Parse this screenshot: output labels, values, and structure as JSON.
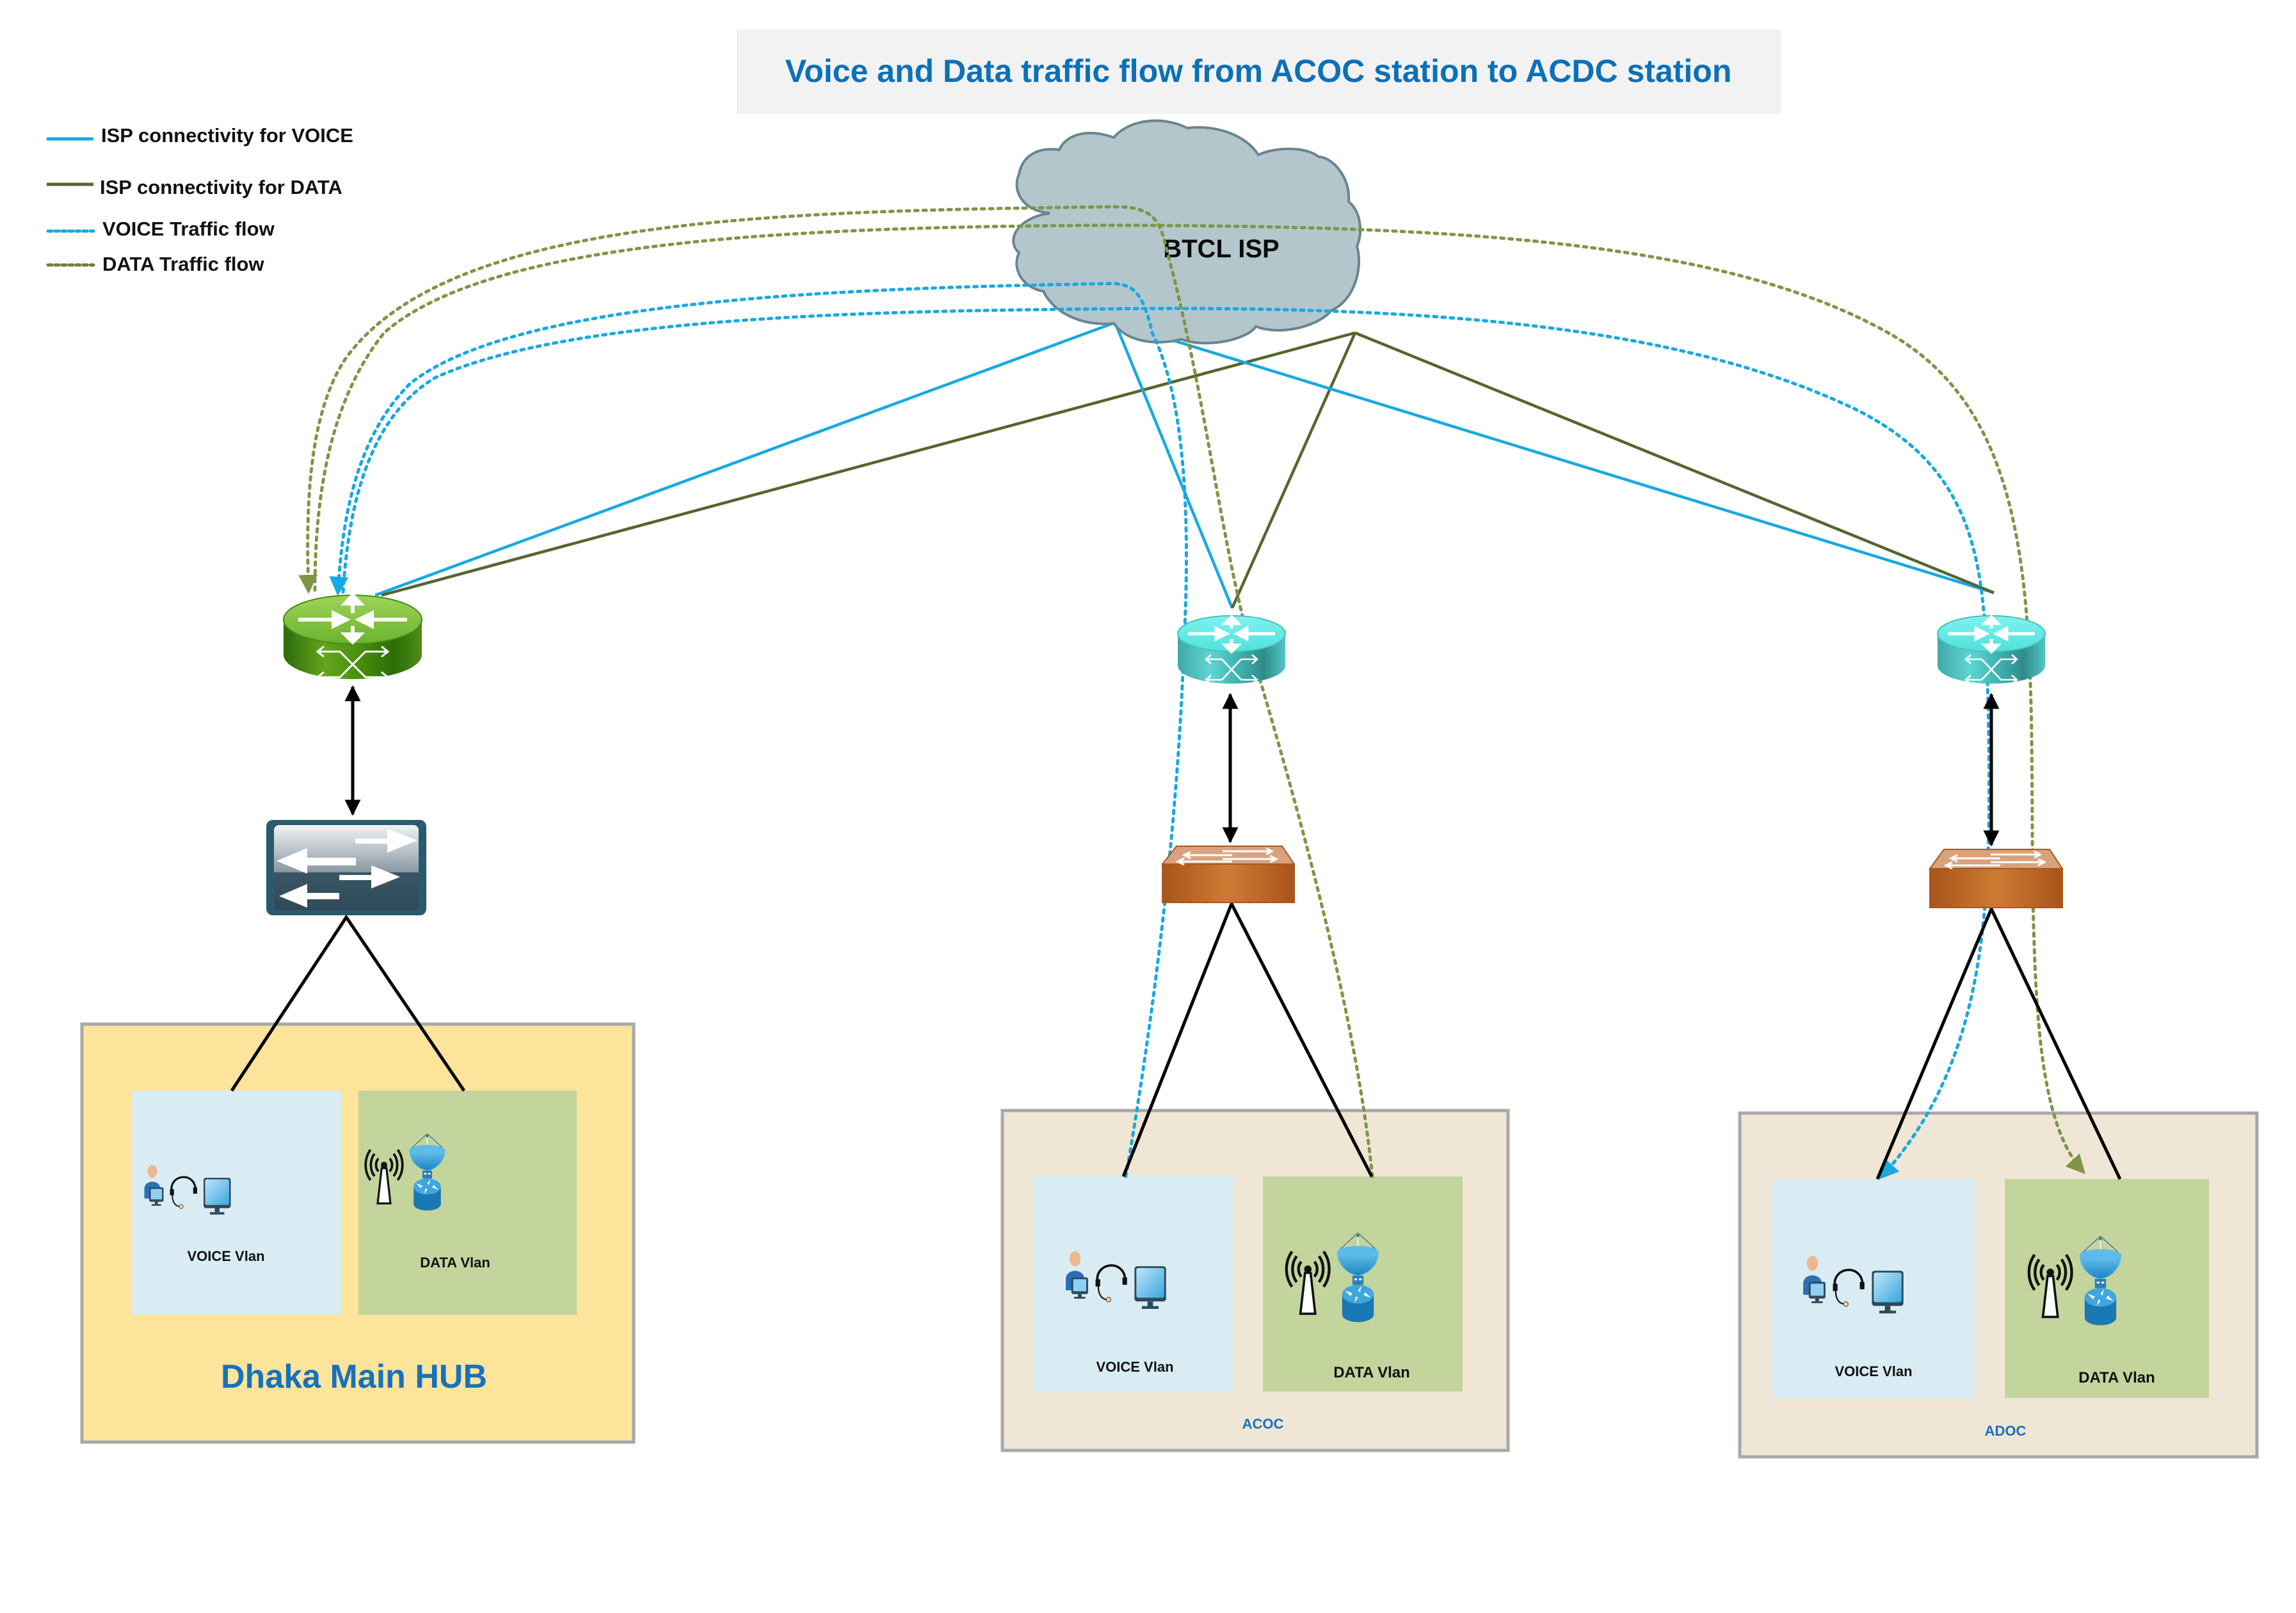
{
  "title": "Voice and Data traffic flow from ACOC station to ACDC station",
  "colors": {
    "voice_link": "#16a9e3",
    "data_link": "#55652f",
    "voice_flow": "#17a9e1",
    "data_flow": "#7e9646",
    "lan_link": "#000000",
    "title": "#0c70b8",
    "site_label": "#1672bd",
    "hub_bg": "#fde49b",
    "site_bg": "#f0e6d6",
    "voice_vlan_bg": "#daecf3",
    "data_vlan_bg": "#c4d49d",
    "cloud_fill": "#b3c6cb",
    "cloud_stroke": "#6a8590"
  },
  "legend": [
    {
      "label": "ISP connectivity for VOICE",
      "style": "solid",
      "kind": "voice_link"
    },
    {
      "label": "ISP connectivity for DATA",
      "style": "solid",
      "kind": "data_link"
    },
    {
      "label": "VOICE Traffic flow",
      "style": "dotted",
      "kind": "voice_flow"
    },
    {
      "label": "DATA Traffic flow",
      "style": "dotted",
      "kind": "data_flow"
    }
  ],
  "cloud": {
    "label": "BTCL ISP",
    "icon": "cloud-icon"
  },
  "routers": [
    {
      "id": "hub-router",
      "icon": "router-icon",
      "color": "green"
    },
    {
      "id": "acoc-router",
      "icon": "router-icon",
      "color": "teal"
    },
    {
      "id": "adoc-router",
      "icon": "router-icon",
      "color": "teal"
    }
  ],
  "switches": [
    {
      "id": "hub-switch",
      "icon": "multilayer-switch-icon"
    },
    {
      "id": "acoc-switch",
      "icon": "switch-icon"
    },
    {
      "id": "adoc-switch",
      "icon": "switch-icon"
    }
  ],
  "sites": [
    {
      "id": "hub",
      "label": "Dhaka Main HUB",
      "voice_vlan": {
        "label": "VOICE Vlan",
        "icons": [
          "user-pc-icon",
          "headset-icon",
          "monitor-icon"
        ]
      },
      "data_vlan": {
        "label": "DATA Vlan",
        "icons": [
          "wireless-tower-icon",
          "satellite-dish-router-icon"
        ]
      }
    },
    {
      "id": "acoc",
      "label": "ACOC",
      "voice_vlan": {
        "label": "VOICE Vlan",
        "icons": [
          "user-pc-icon",
          "headset-icon",
          "monitor-icon"
        ]
      },
      "data_vlan": {
        "label": "DATA Vlan",
        "icons": [
          "wireless-tower-icon",
          "satellite-dish-router-icon"
        ]
      }
    },
    {
      "id": "adoc",
      "label": "ADOC",
      "voice_vlan": {
        "label": "VOICE Vlan",
        "icons": [
          "user-pc-icon",
          "headset-icon",
          "monitor-icon"
        ]
      },
      "data_vlan": {
        "label": "DATA Vlan",
        "icons": [
          "wireless-tower-icon",
          "satellite-dish-router-icon"
        ]
      }
    }
  ],
  "links": [
    {
      "from": "BTCL ISP",
      "to": "hub-router",
      "type": "voice_link"
    },
    {
      "from": "BTCL ISP",
      "to": "hub-router",
      "type": "data_link"
    },
    {
      "from": "BTCL ISP",
      "to": "acoc-router",
      "type": "voice_link"
    },
    {
      "from": "BTCL ISP",
      "to": "acoc-router",
      "type": "data_link"
    },
    {
      "from": "BTCL ISP",
      "to": "adoc-router",
      "type": "voice_link"
    },
    {
      "from": "BTCL ISP",
      "to": "adoc-router",
      "type": "data_link"
    },
    {
      "from": "hub-router",
      "to": "hub-switch",
      "type": "lan_bidirectional"
    },
    {
      "from": "acoc-router",
      "to": "acoc-switch",
      "type": "lan_bidirectional"
    },
    {
      "from": "adoc-router",
      "to": "adoc-switch",
      "type": "lan_bidirectional"
    },
    {
      "from": "hub-switch",
      "to": "hub VOICE Vlan",
      "type": "lan"
    },
    {
      "from": "hub-switch",
      "to": "hub DATA Vlan",
      "type": "lan"
    },
    {
      "from": "acoc-switch",
      "to": "acoc VOICE Vlan",
      "type": "lan"
    },
    {
      "from": "acoc-switch",
      "to": "acoc DATA Vlan",
      "type": "lan"
    },
    {
      "from": "adoc-switch",
      "to": "adoc VOICE Vlan",
      "type": "lan"
    },
    {
      "from": "adoc-switch",
      "to": "adoc DATA Vlan",
      "type": "lan"
    }
  ],
  "flows": [
    {
      "from": "acoc VOICE Vlan",
      "to": "hub-router",
      "type": "voice_flow"
    },
    {
      "from": "hub-router",
      "to": "adoc VOICE Vlan",
      "type": "voice_flow"
    },
    {
      "from": "acoc DATA Vlan",
      "to": "hub-router",
      "type": "data_flow"
    },
    {
      "from": "hub-router",
      "to": "adoc DATA Vlan",
      "type": "data_flow"
    }
  ]
}
